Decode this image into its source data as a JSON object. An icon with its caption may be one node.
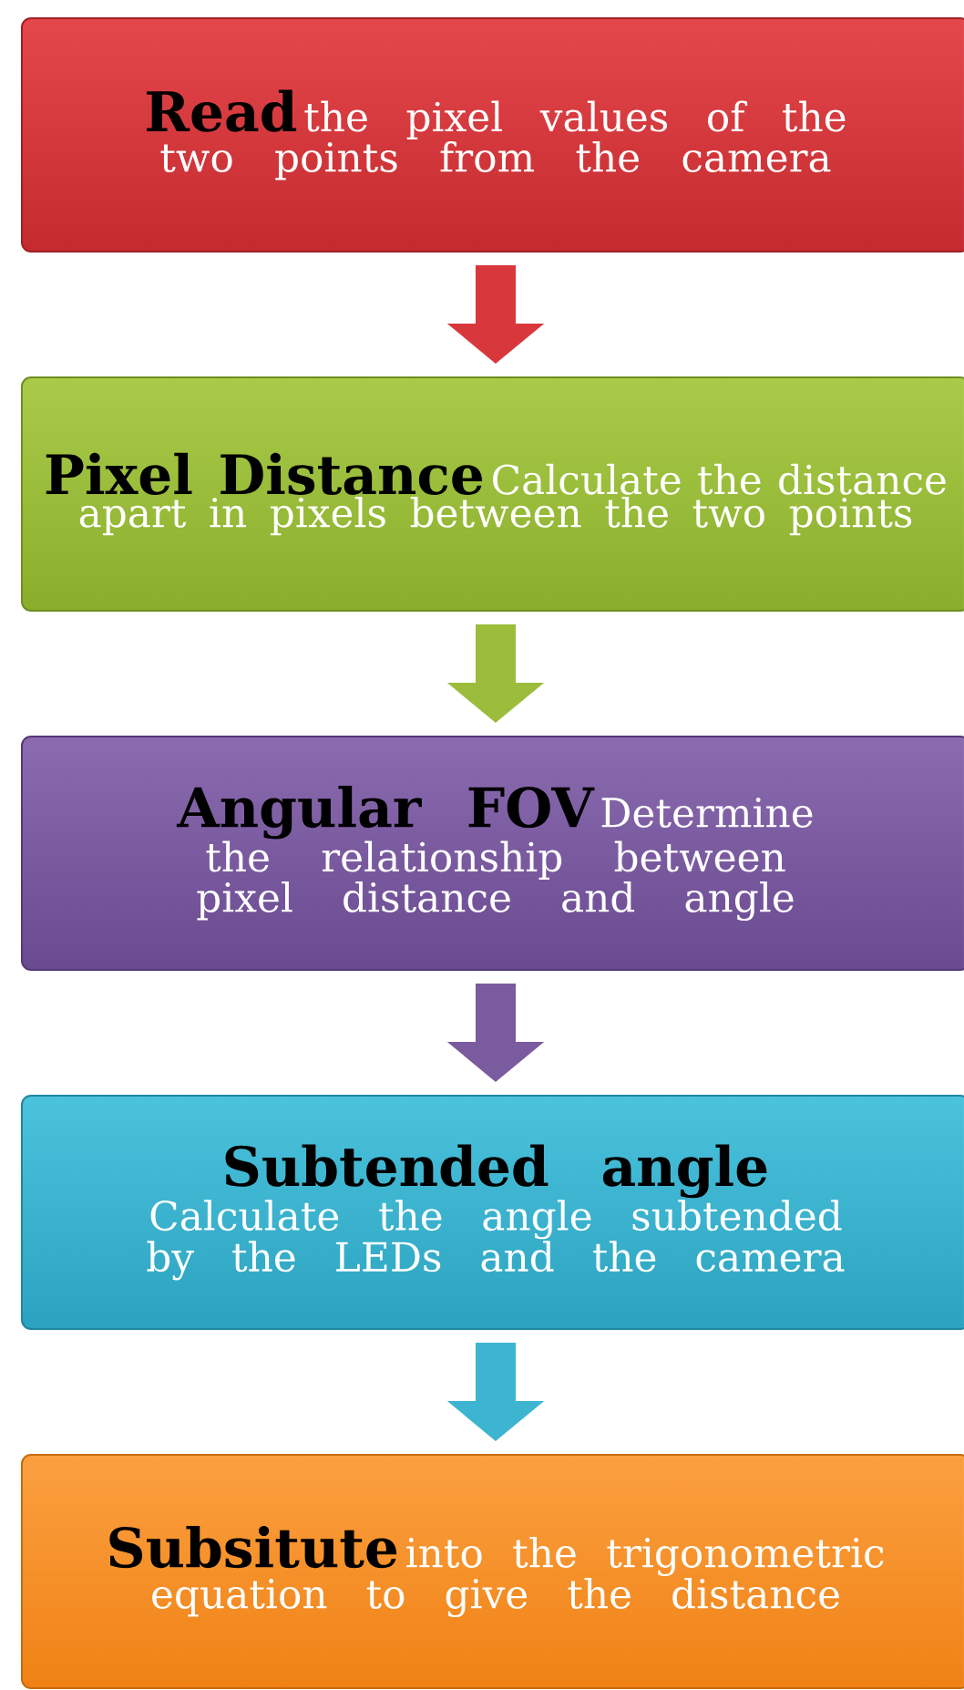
{
  "diagram": {
    "nodes": [
      {
        "text": [
          "Read",
          "the pixel values of the two points from the camera"
        ]
      },
      {
        "text": [
          "Pixel Distance",
          "Calculate the distance apart in pixels between the two points"
        ]
      },
      {
        "text": [
          "Angular FOV",
          "Determine the relationship between pixel distance and angle"
        ]
      },
      {
        "text": [
          "Subtended angle",
          "Calculate the angle subtended by the LEDs and the camera"
        ]
      },
      {
        "text": [
          "Subsitute",
          "into the trigonometric equation to give the distance"
        ]
      }
    ],
    "edges": [
      {
        "from": 0,
        "to": 1,
        "arrow": "to",
        "color": "#d8383c"
      },
      {
        "from": 1,
        "to": 2,
        "arrow": "to",
        "color": "#9cbd3c"
      },
      {
        "from": 2,
        "to": 3,
        "arrow": "to",
        "color": "#7b5b9f"
      },
      {
        "from": 3,
        "to": 4,
        "arrow": "to",
        "color": "#3db5d0"
      }
    ]
  }
}
